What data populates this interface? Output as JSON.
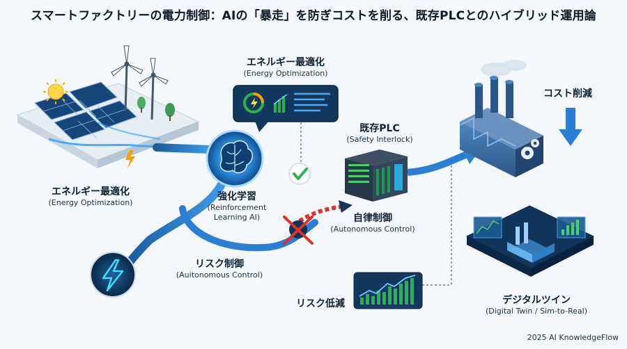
{
  "title": "スマートファクトリーの電力制御：AIの「暴走」を防ぎコストを削る、既存PLCとのハイブリッド運用論",
  "labels": {
    "energy_left": {
      "jp": "エネルギー最適化",
      "en": "(Energy Optimization)"
    },
    "energy_top": {
      "jp": "エネルギー最適化",
      "en": "(Energy Optimization)"
    },
    "rl": {
      "jp": "強化学習",
      "en1": "(Reinforcement",
      "en2": "Learning AI)"
    },
    "plc": {
      "jp": "既存PLC",
      "en": "(Safety Interlock)"
    },
    "autonomous": {
      "jp": "自律制御",
      "en": "(Autonomous Control)"
    },
    "risk_control": {
      "jp": "リスク制御",
      "en": "(Auitonomous Control)"
    },
    "risk_reduction": "リスク低減",
    "cost_reduction": "コスト削減",
    "digital_twin": {
      "jp": "デジタルツイン",
      "en": "(Digital Twin / Sim-to-Real)"
    }
  },
  "footer": "2025 AI KnowledgeFlow",
  "colors": {
    "flow_blue": "#2a7fd4",
    "dark_blue": "#0e3557",
    "check_green": "#2bb24c",
    "block_red": "#d9332b",
    "panel_bg": "#13385e",
    "factory_blue": "#3d6fa6"
  },
  "icons": [
    "solar-panel-icon",
    "wind-turbine-icon",
    "sun-icon",
    "brain-icon",
    "check-icon",
    "blocked-x-icon",
    "plc-icon",
    "factory-icon",
    "gear-icon",
    "lightning-icon",
    "down-arrow-icon",
    "chart-icon",
    "digital-twin-icon"
  ]
}
